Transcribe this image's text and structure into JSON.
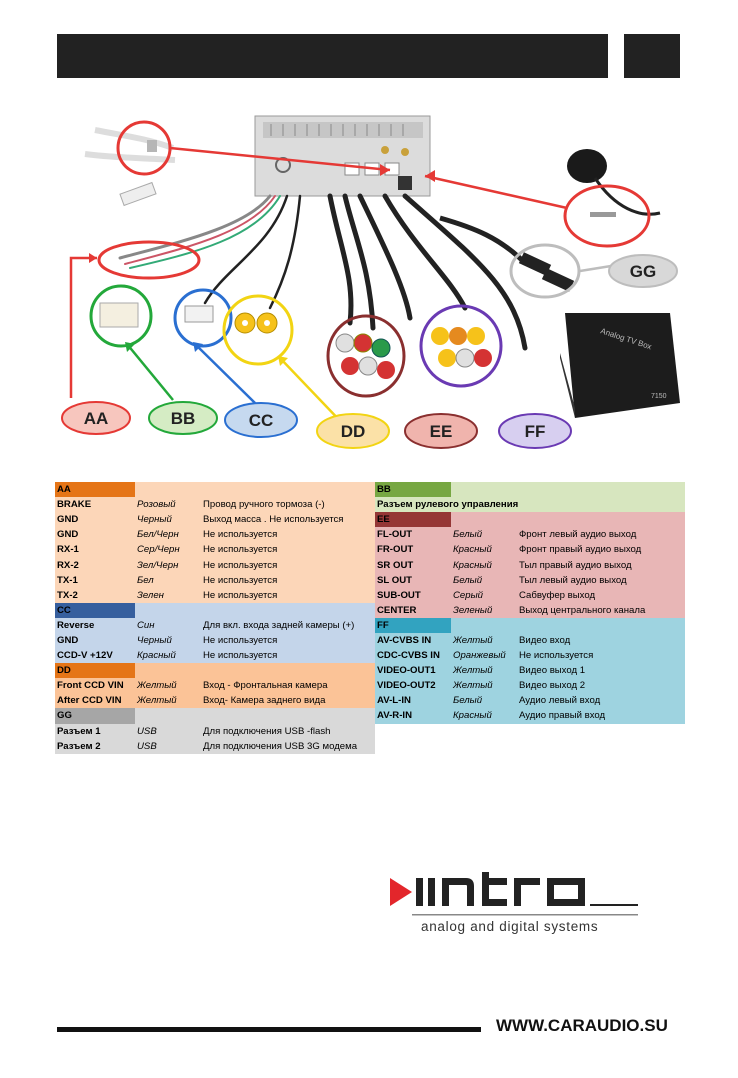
{
  "diagram": {
    "labels": {
      "aa": "AA",
      "bb": "BB",
      "cc": "CC",
      "dd": "DD",
      "ee": "EE",
      "ff": "FF",
      "gg": "GG"
    },
    "tvbox_label": "Analog TV Box",
    "tvbox_model": "7150",
    "colors": {
      "aa": "#f7c6be",
      "bb": "#d5ecc4",
      "cc": "#c6d9ef",
      "dd": "#fbe1a7",
      "ee": "#f0b4ad",
      "ff": "#d7cff0",
      "gg": "#d8d8d8",
      "aa_stroke": "#e53935",
      "bb_stroke": "#23a83a",
      "cc_stroke": "#2a6fd1",
      "dd_stroke": "#f2d413",
      "ee_stroke": "#8a2f2f",
      "ff_stroke": "#6a3ab3",
      "gg_stroke": "#bdbdbd"
    }
  },
  "left_table": {
    "sections": [
      {
        "code": "AA",
        "color": "#e57517",
        "bg": "#fcd6b8",
        "rows": [
          {
            "pin": "BRAKE",
            "color": "Розовый",
            "desc": "Провод ручного тормоза (-)"
          },
          {
            "pin": "GND",
            "color": "Черный",
            "desc": "Выход масса . Не используется"
          },
          {
            "pin": "GND",
            "color": "Бел/Черн",
            "desc": "Не используется"
          },
          {
            "pin": "RX-1",
            "color": "Сер/Черн",
            "desc": "Не используется"
          },
          {
            "pin": "RX-2",
            "color": "Зел/Черн",
            "desc": "Не используется"
          },
          {
            "pin": "TX-1",
            "color": "Бел",
            "desc": "Не используется"
          },
          {
            "pin": "TX-2",
            "color": "Зелен",
            "desc": "Не используется"
          }
        ]
      },
      {
        "code": "CC",
        "color": "#365f9e",
        "bg": "#c4d5ea",
        "rows": [
          {
            "pin": "Reverse",
            "color": "Син",
            "desc": "Для вкл. входа задней камеры (+)"
          },
          {
            "pin": "GND",
            "color": "Черный",
            "desc": "Не используется"
          },
          {
            "pin": "CCD-V +12V",
            "color": "Красный",
            "desc": "Не используется"
          }
        ]
      },
      {
        "code": "DD",
        "color": "#e57517",
        "bg": "#fbc397",
        "rows": [
          {
            "pin": "Front CCD VIN",
            "color": "Желтый",
            "desc": "Вход - Фронтальная камера"
          },
          {
            "pin": "After CCD VIN",
            "color": "Желтый",
            "desc": "Вход- Камера заднего вида"
          }
        ]
      },
      {
        "code": "GG",
        "color": "#a6a6a6",
        "bg": "#d9d9d9",
        "rows": [
          {
            "pin": "Разъем 1",
            "color": "USB",
            "desc": "Для подключения USB -flash"
          },
          {
            "pin": "Разъем 2",
            "color": "USB",
            "desc": "Для подключения USB 3G модема"
          }
        ]
      }
    ]
  },
  "right_table": {
    "sections": [
      {
        "code": "BB",
        "color": "#77a742",
        "bg": "#d7e6bf",
        "rows": [
          {
            "pin": "Разъем рулевого управления",
            "color": "",
            "desc": ""
          }
        ]
      },
      {
        "code": "EE",
        "color": "#953635",
        "bg": "#e8b6b6",
        "rows": [
          {
            "pin": "FL-OUT",
            "color": "Белый",
            "desc": "Фронт левый аудио выход"
          },
          {
            "pin": "FR-OUT",
            "color": "Красный",
            "desc": "Фронт правый аудио выход"
          },
          {
            "pin": "SR OUT",
            "color": "Красный",
            "desc": "Тыл правый аудио выход"
          },
          {
            "pin": "SL OUT",
            "color": "Белый",
            "desc": "Тыл левый аудио выход"
          },
          {
            "pin": "SUB-OUT",
            "color": "Серый",
            "desc": "Сабвуфер выход"
          },
          {
            "pin": "CENTER",
            "color": "Зеленый",
            "desc": "Выход центрального канала"
          }
        ]
      },
      {
        "code": "FF",
        "color": "#32a3c0",
        "bg": "#9ed3e0",
        "rows": [
          {
            "pin": "AV-CVBS IN",
            "color": "Желтый",
            "desc": "Видео вход"
          },
          {
            "pin": "CDC-CVBS IN",
            "color": "Оранжевый",
            "desc": "Не используется"
          },
          {
            "pin": "VIDEO-OUT1",
            "color": "Желтый",
            "desc": "Видео выход 1"
          },
          {
            "pin": "VIDEO-OUT2",
            "color": "Желтый",
            "desc": "Видео выход 2"
          },
          {
            "pin": "AV-L-IN",
            "color": "Белый",
            "desc": "Аудио левый вход"
          },
          {
            "pin": "AV-R-IN",
            "color": "Красный",
            "desc": "Аудио правый вход"
          }
        ]
      }
    ]
  },
  "logo": {
    "name": "intro",
    "tagline": "analog and digital systems",
    "accent": "#e3262b"
  },
  "footer": {
    "url": "WWW.CARAUDIO.SU"
  }
}
